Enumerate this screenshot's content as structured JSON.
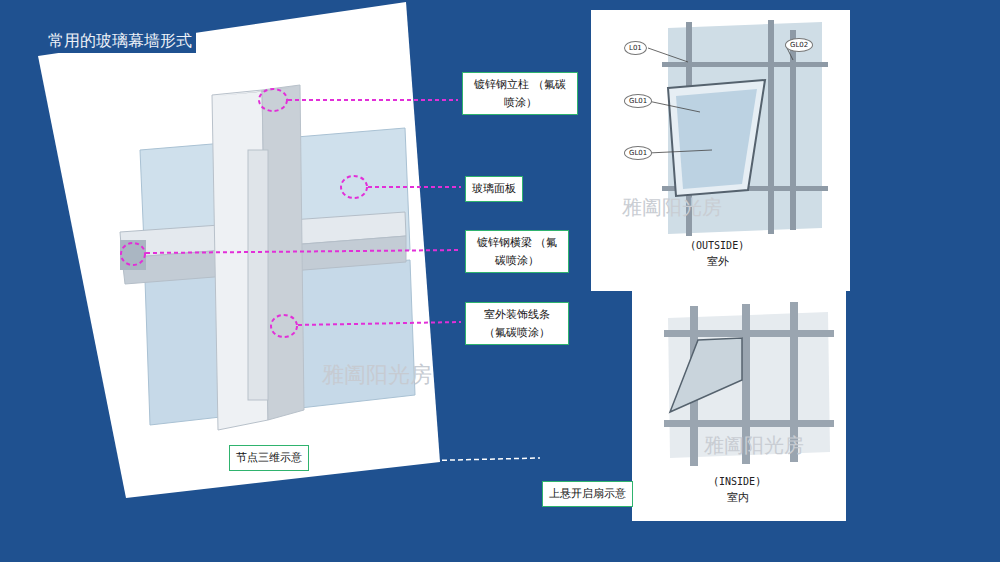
{
  "diagram": {
    "title": "常用的玻璃幕墙形式",
    "nodes": [
      {
        "text": [
          "L01"
        ]
      },
      {
        "text": [
          "GL02"
        ]
      },
      {
        "text": [
          "镀锌钢立柱 （氟碳喷涂）"
        ]
      },
      {
        "text": [
          "GL01"
        ]
      },
      {
        "text": [
          "GL01"
        ]
      },
      {
        "text": [
          "玻璃面板"
        ]
      },
      {
        "text": [
          "镀锌钢横梁 （氟碳喷涂）"
        ]
      },
      {
        "text": [
          "室外装饰线条 （氟碳喷涂）"
        ]
      },
      {
        "text": [
          "节点三维示意"
        ]
      },
      {
        "text": [
          "上悬开启扇示意"
        ]
      }
    ],
    "labels": [
      "雅阖阳光房",
      "雅阖阳光房",
      "(OUTSIDE)",
      "室外",
      "雅阖阳光房",
      "(INSIDE)",
      "室内"
    ]
  }
}
